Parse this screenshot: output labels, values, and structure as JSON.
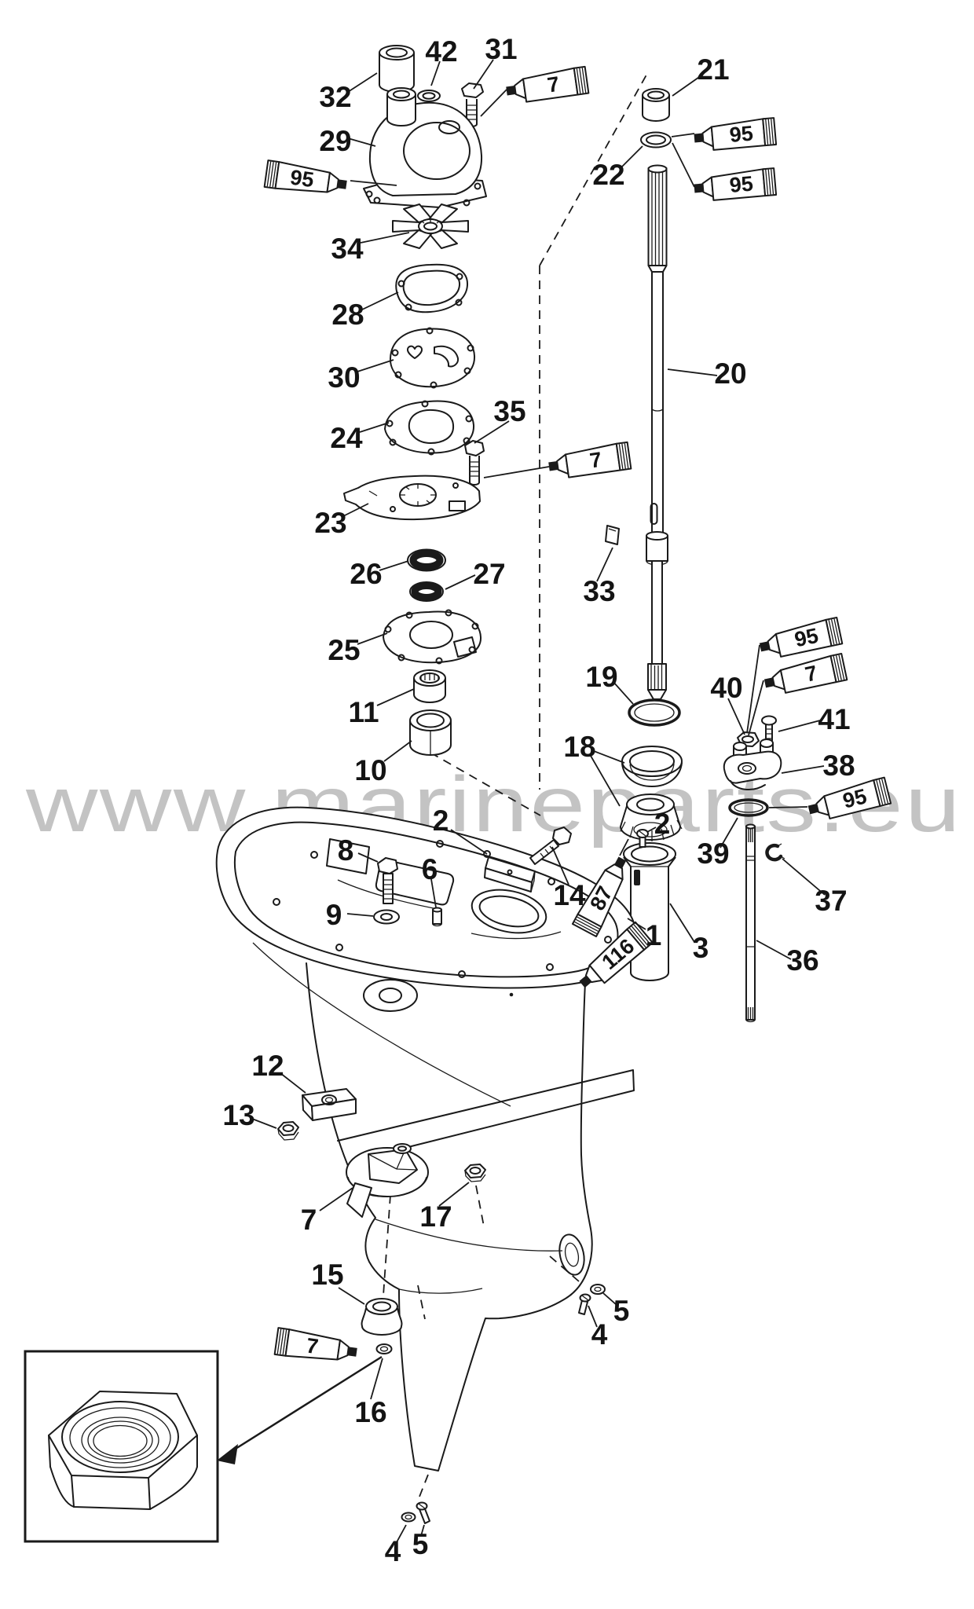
{
  "watermark": {
    "text": "www.marineparts.eu"
  },
  "diagram": {
    "type": "exploded-parts-diagram",
    "subject": "Outboard motor lower unit gearcase exploded view with numbered callouts",
    "part_numbers_shown": [
      "1",
      "2",
      "3",
      "4",
      "5",
      "6",
      "7",
      "8",
      "9",
      "10",
      "11",
      "12",
      "13",
      "14",
      "15",
      "16",
      "17",
      "18",
      "19",
      "20",
      "21",
      "22",
      "23",
      "24",
      "25",
      "26",
      "27",
      "28",
      "29",
      "30",
      "31",
      "32",
      "33",
      "34",
      "35",
      "36",
      "37",
      "38",
      "39",
      "40",
      "41",
      "42"
    ],
    "lubricant_tube_codes_shown": [
      "7",
      "95",
      "87",
      "116"
    ]
  },
  "callouts": {
    "c1": "1",
    "c2": "2",
    "c3": "3",
    "c4": "4",
    "c5": "5",
    "c6": "6",
    "c7": "7",
    "c8": "8",
    "c9": "9",
    "c10": "10",
    "c11": "11",
    "c12": "12",
    "c13": "13",
    "c14": "14",
    "c15": "15",
    "c16": "16",
    "c17": "17",
    "c18": "18",
    "c19": "19",
    "c20": "20",
    "c21": "21",
    "c22": "22",
    "c23": "23",
    "c24": "24",
    "c25": "25",
    "c26": "26",
    "c27": "27",
    "c28": "28",
    "c29": "29",
    "c30": "30",
    "c31": "31",
    "c32": "32",
    "c33": "33",
    "c34": "34",
    "c35": "35",
    "c36": "36",
    "c37": "37",
    "c38": "38",
    "c39": "39",
    "c40": "40",
    "c41": "41",
    "c42": "42"
  },
  "tubes": {
    "t7": "7",
    "t95": "95",
    "t87": "87",
    "t116": "116"
  },
  "colors": {
    "line": "#1a1a1a",
    "watermark": "#c3c3c3",
    "background": "#ffffff"
  }
}
